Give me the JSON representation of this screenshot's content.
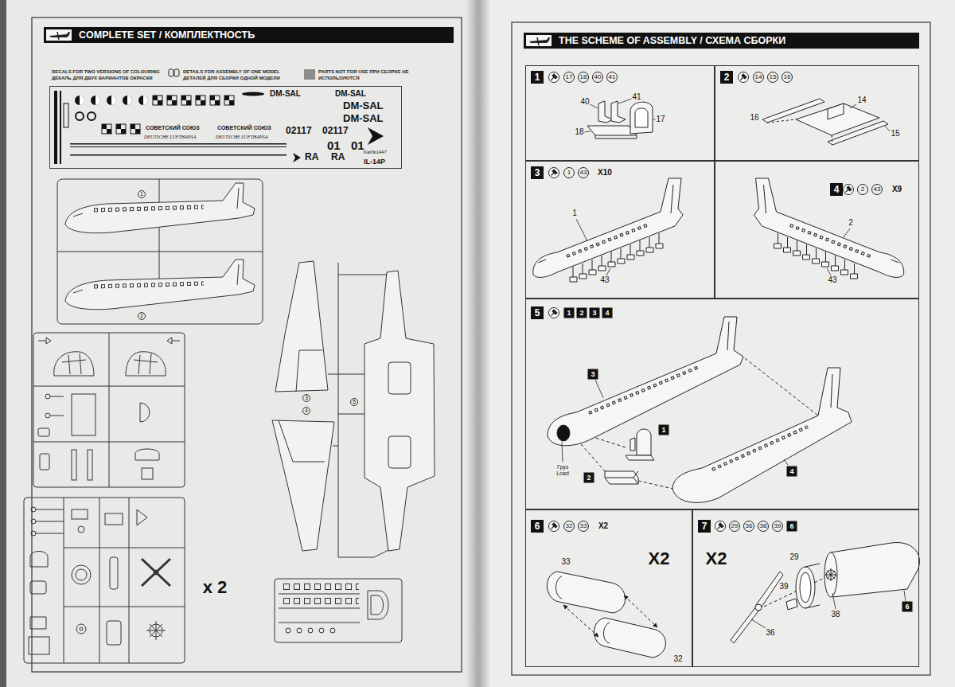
{
  "diagram": {
    "nodes": [
      {
        "text": [
          "COMPLETE SET / КОМПЛЕКТНОСТЬ"
        ]
      },
      {
        "text": [
          "DM-SAL",
          "DM-SAL",
          "DM-SAL",
          "DM-SAL",
          "СОВЕТСКИЙ СОЮЗ",
          "СОВЕТСКИЙ СОЮЗ",
          "DEUTSCHE LUFTHANSA",
          "DEUTSCHE LUFTHANSA",
          "02117",
          "02117",
          "01",
          "01",
          "RA",
          "RA",
          "Kat№1447",
          "IL-14P"
        ]
      },
      {
        "text": [
          "THE SCHEME OF ASSEMBLY / СХЕМА СБОРКИ"
        ]
      },
      {
        "text": [
          "1"
        ]
      },
      {
        "text": [
          "2"
        ]
      },
      {
        "text": [
          "3"
        ]
      },
      {
        "text": [
          "4"
        ]
      },
      {
        "text": [
          "5"
        ]
      },
      {
        "text": [
          "6"
        ]
      },
      {
        "text": [
          "7"
        ]
      }
    ],
    "labels": [
      "x 2",
      "1",
      "2",
      "3",
      "4",
      "5",
      "17",
      "18",
      "40",
      "41",
      "40",
      "41",
      "18",
      "17",
      "14",
      "15",
      "16",
      "14",
      "16",
      "15",
      "1",
      "43",
      "X10",
      "1",
      "43",
      "2",
      "43",
      "X9",
      "2",
      "43",
      "1",
      "2",
      "3",
      "4",
      "3",
      "1",
      "2",
      "4",
      "Груз Load",
      "32",
      "33",
      "X2",
      "X2",
      "33",
      "32",
      "29",
      "36",
      "38",
      "39",
      "6",
      "X2",
      "29",
      "39",
      "38",
      "36",
      "6"
    ],
    "legend": [
      {
        "text": "DECALS FOR TWO VERSIONS OF COLOURING ДЕКАЛЬ ДЛЯ ДВУХ ВАРИАНТОВ ОКРАСКИ"
      },
      {
        "text": "DETAILS FOR ASSEMBLY OF ONE MODEL ДЕТАЛЕЙ ДЛЯ СБОРКИ ОДНОЙ МОДЕЛИ"
      },
      {
        "text": "PARTS NOT FOR USE ПРИ СБОРКЕ НЕ ИСПОЛЬЗУЮТСЯ",
        "color": "#8c8c8c"
      }
    ]
  }
}
